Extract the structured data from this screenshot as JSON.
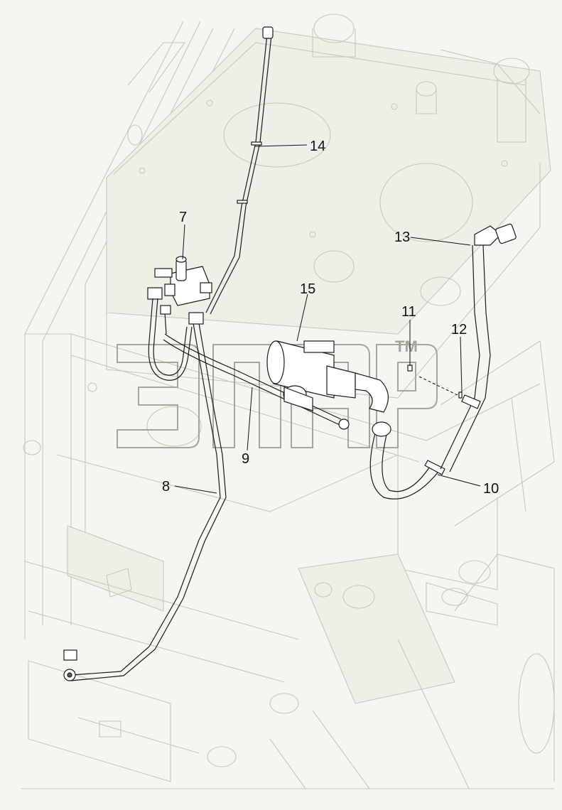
{
  "callouts": [
    {
      "id": "7",
      "label": "7"
    },
    {
      "id": "8",
      "label": "8"
    },
    {
      "id": "9",
      "label": "9"
    },
    {
      "id": "10",
      "label": "10"
    },
    {
      "id": "11",
      "label": "11"
    },
    {
      "id": "12",
      "label": "12"
    },
    {
      "id": "13",
      "label": "13"
    },
    {
      "id": "14",
      "label": "14"
    },
    {
      "id": "15",
      "label": "15"
    }
  ],
  "watermark": {
    "trademark": "TM"
  }
}
